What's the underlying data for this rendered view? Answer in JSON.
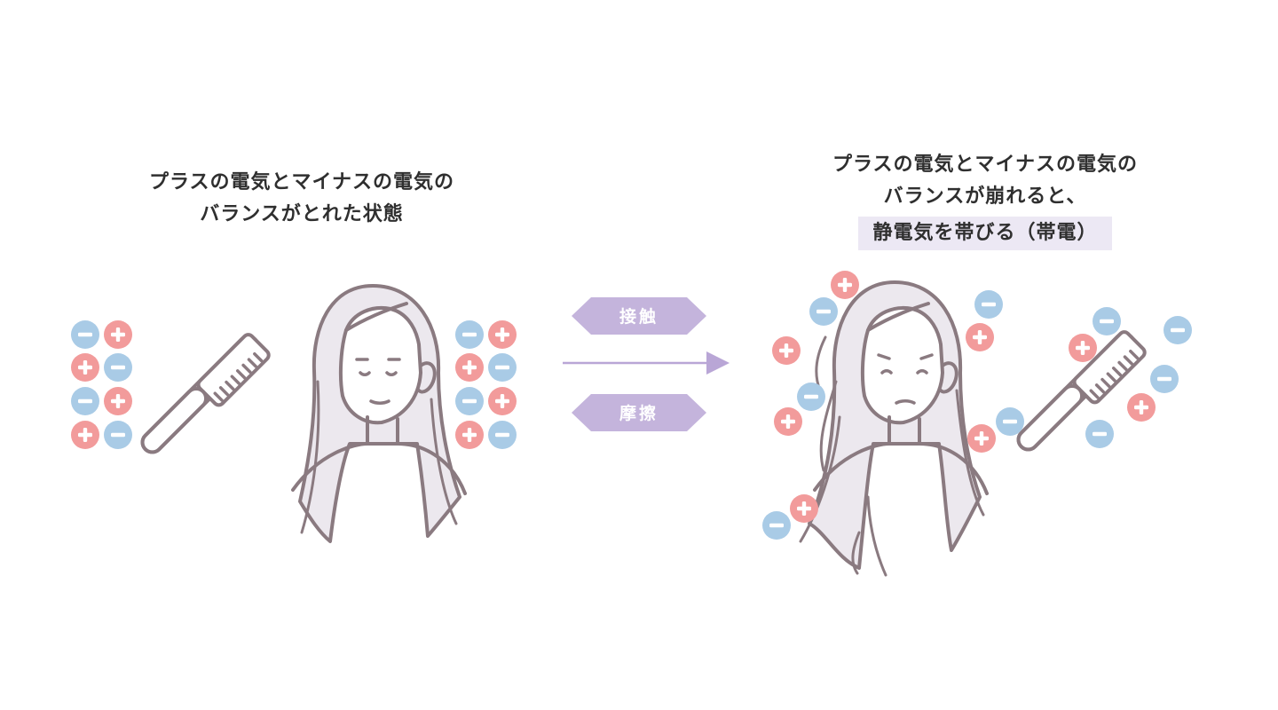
{
  "left_caption": {
    "line1": "プラスの電気とマイナスの電気の",
    "line2": "バランスがとれた状態"
  },
  "right_caption": {
    "line1": "プラスの電気とマイナスの電気の",
    "line2": "バランスが崩れると、",
    "line3": "静電気を帯びる（帯電）"
  },
  "process": {
    "top_label": "接触",
    "bottom_label": "摩擦"
  },
  "colors": {
    "plus": "#f29b9b",
    "minus": "#a9cbe6",
    "badge": "#c4b4dc",
    "arrow": "#b9a6d6",
    "line_art": "#8a7a80",
    "hair_fill": "#ece8ee",
    "highlight": "#ece8f4"
  },
  "icons": {
    "comb": "comb-icon",
    "woman": "woman-icon",
    "plus_charge": "plus-charge-icon",
    "minus_charge": "minus-charge-icon"
  }
}
